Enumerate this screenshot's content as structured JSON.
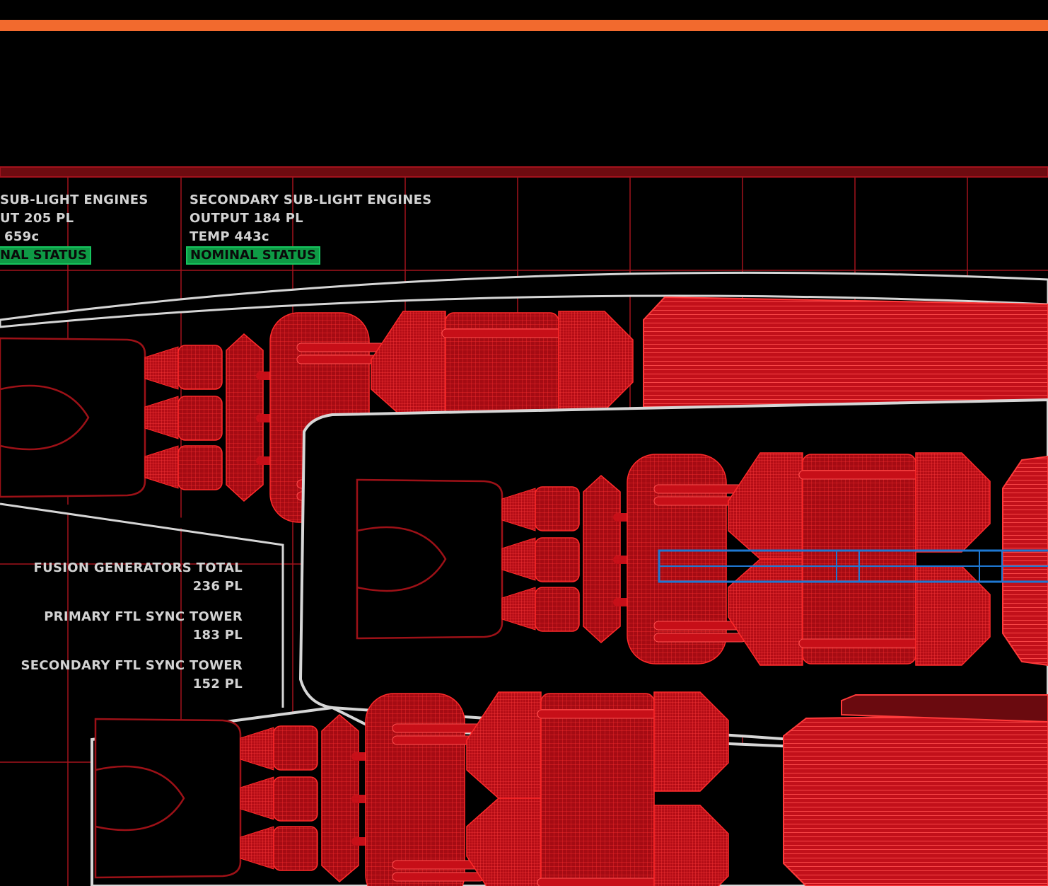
{
  "colors": {
    "background": "#000000",
    "top_bar": "#f26a2e",
    "grid": "#a3121c",
    "engine": "#e3141e",
    "hull_outline": "#d6d6d6",
    "status_ok": "#0e9a45",
    "highlight": "#1e78d2"
  },
  "engines": {
    "primary": {
      "title": "SUB-LIGHT ENGINES",
      "output": "UT 205 PL",
      "temp": "659c",
      "status": "NAL STATUS"
    },
    "secondary": {
      "title": "SECONDARY SUB-LIGHT ENGINES",
      "output": "OUTPUT 184 PL",
      "temp": "TEMP 443c",
      "status": "NOMINAL STATUS"
    }
  },
  "power": {
    "fusion_total": {
      "label": "FUSION GENERATORS TOTAL",
      "value": "236 PL"
    },
    "primary_ftl": {
      "label": "PRIMARY FTL SYNC TOWER",
      "value": "183 PL"
    },
    "secondary_ftl": {
      "label": "SECONDARY FTL SYNC TOWER",
      "value": "152 PL"
    }
  }
}
